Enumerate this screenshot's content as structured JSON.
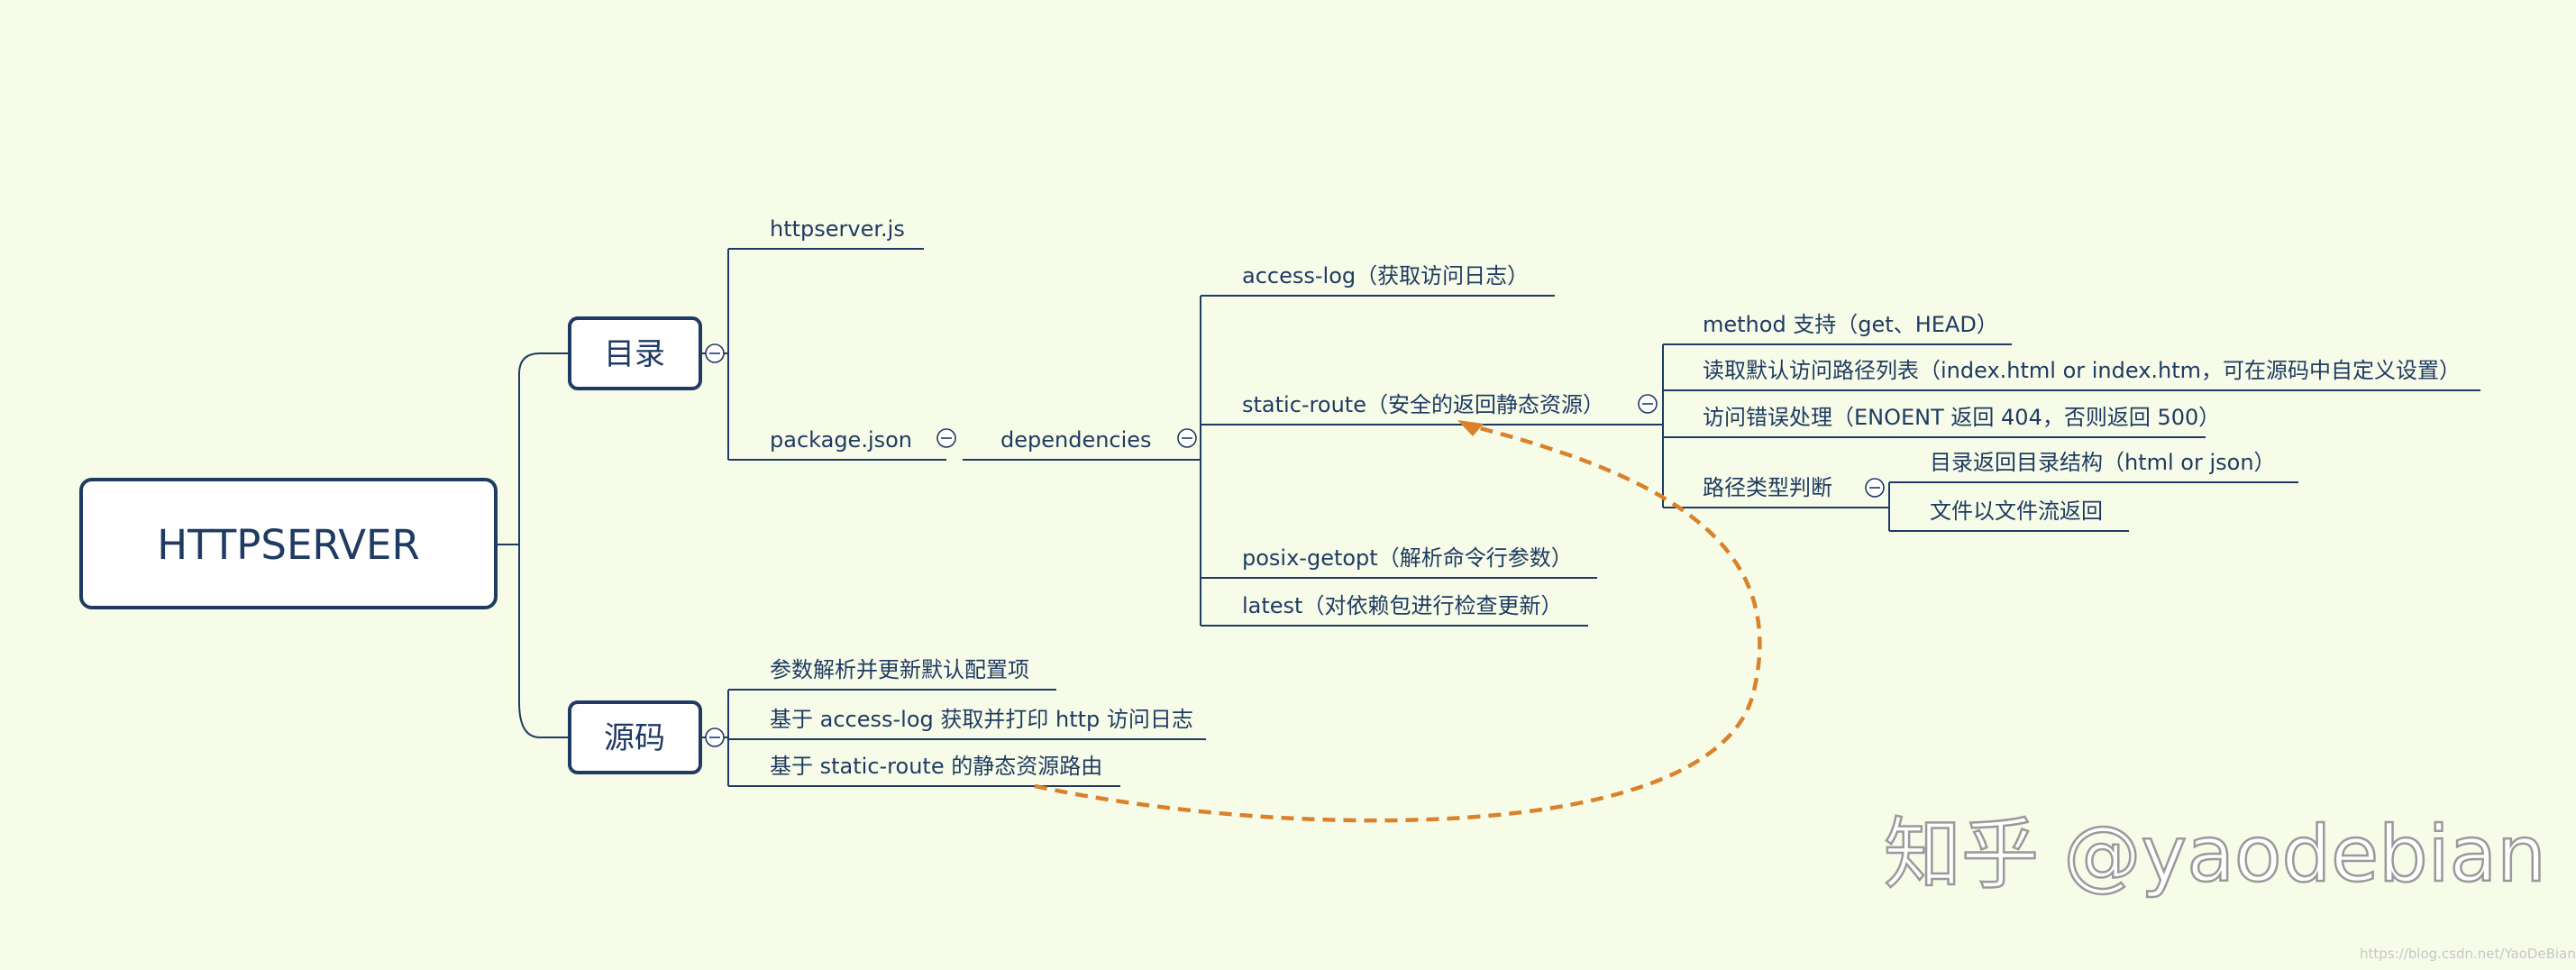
{
  "root": {
    "label": "HTTPSERVER"
  },
  "branches": {
    "dir": {
      "label": "目录",
      "files": [
        "httpserver.js",
        "package.json"
      ],
      "dependencies_label": "dependencies",
      "deps": [
        "access-log（获取访问日志）",
        "static-route（安全的返回静态资源）",
        "posix-getopt（解析命令行参数）",
        "latest（对依赖包进行检查更新）"
      ],
      "static_route_features": [
        "method 支持（get、HEAD）",
        "读取默认访问路径列表（index.html or index.htm，可在源码中自定义设置）",
        "访问错误处理（ENOENT 返回 404，否则返回 500）",
        "路径类型判断"
      ],
      "path_type_items": [
        "目录返回目录结构（html or json）",
        "文件以文件流返回"
      ]
    },
    "src": {
      "label": "源码",
      "items": [
        "参数解析并更新默认配置项",
        "基于 access-log 获取并打印 http 访问日志",
        "基于 static-route 的静态资源路由"
      ]
    }
  },
  "watermark": {
    "main": "知乎 @yaodebian",
    "url": "https://blog.csdn.net/YaoDeBian"
  },
  "colors": {
    "line": "#1f3b63",
    "background": "#f7fce8",
    "relation": "#d9822b"
  }
}
